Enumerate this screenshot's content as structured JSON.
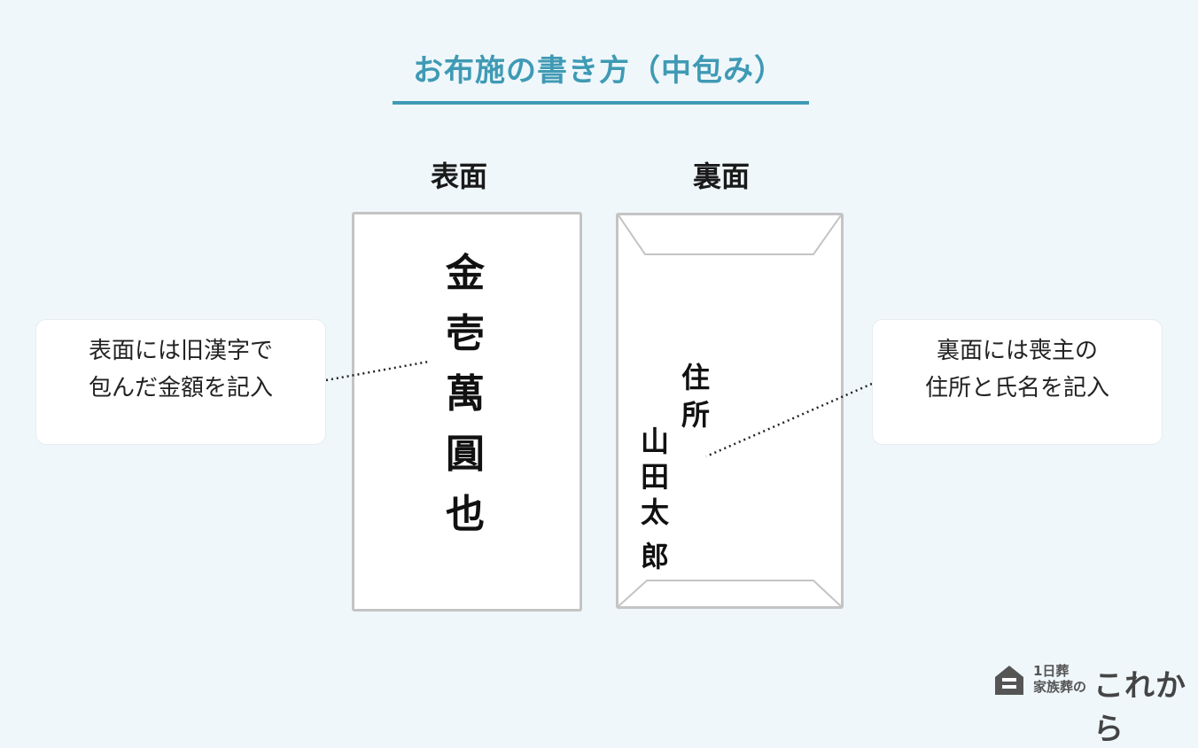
{
  "title": "お布施の書き方（中包み）",
  "front": {
    "label": "表面",
    "amount_chars": [
      "金",
      "壱",
      "萬",
      "圓",
      "也"
    ]
  },
  "back": {
    "label": "裏面",
    "address_chars": [
      "住",
      "所"
    ],
    "name_chars": [
      "山",
      "田",
      "太",
      "郎"
    ]
  },
  "callouts": {
    "left": [
      "表面には旧漢字で",
      "包んだ金額を記入"
    ],
    "right": [
      "裏面には喪主の",
      "住所と氏名を記入"
    ]
  },
  "logo": {
    "sub_line1": "1日葬",
    "sub_line2": "家族葬の",
    "main": "これから",
    "icon": "house-icon"
  },
  "colors": {
    "accent": "#3f9ab4",
    "background": "#eff7fb"
  }
}
